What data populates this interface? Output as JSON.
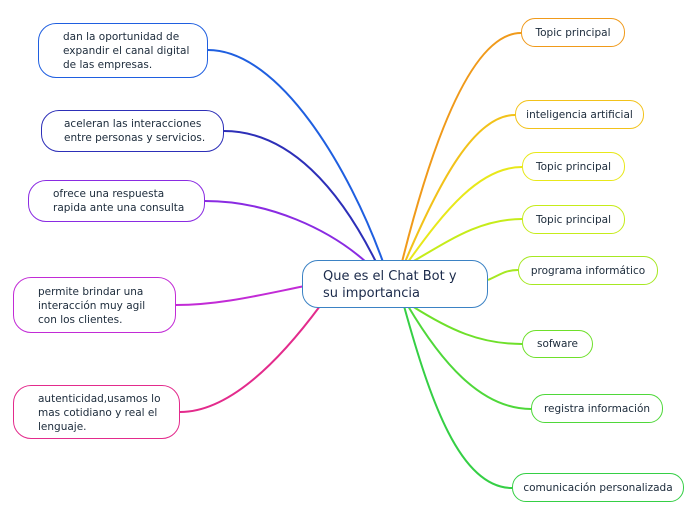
{
  "center": {
    "title": "Que es el Chat Bot y su importancia"
  },
  "left_nodes": [
    {
      "text": "dan la oportunidad de\nexpandir el canal digital\nde las empresas.",
      "color": "#1f5fe0"
    },
    {
      "text": "aceleran las interacciones\nentre personas y servicios.",
      "color": "#2d2fb8"
    },
    {
      "text": "ofrece una respuesta\nrapida ante una consulta",
      "color": "#8a2be2"
    },
    {
      "text": "permite brindar una\ninteracción muy agil\ncon los clientes.",
      "color": "#c22bd6"
    },
    {
      "text": "autenticidad,usamos lo\nmas cotidiano y real el\nlenguaje.",
      "color": "#e32b8c"
    }
  ],
  "right_nodes": [
    {
      "text": "Topic principal",
      "color": "#f09a1a"
    },
    {
      "text": "inteligencia artificial",
      "color": "#f2c21a"
    },
    {
      "text": "Topic principal",
      "color": "#e8e81a"
    },
    {
      "text": "Topic principal",
      "color": "#c6ec1a"
    },
    {
      "text": "programa informático",
      "color": "#a6e822"
    },
    {
      "text": "sofware",
      "color": "#6ee02a"
    },
    {
      "text": "registra información",
      "color": "#4fd83a"
    },
    {
      "text": "comunicación personalizada",
      "color": "#35cf45"
    }
  ]
}
